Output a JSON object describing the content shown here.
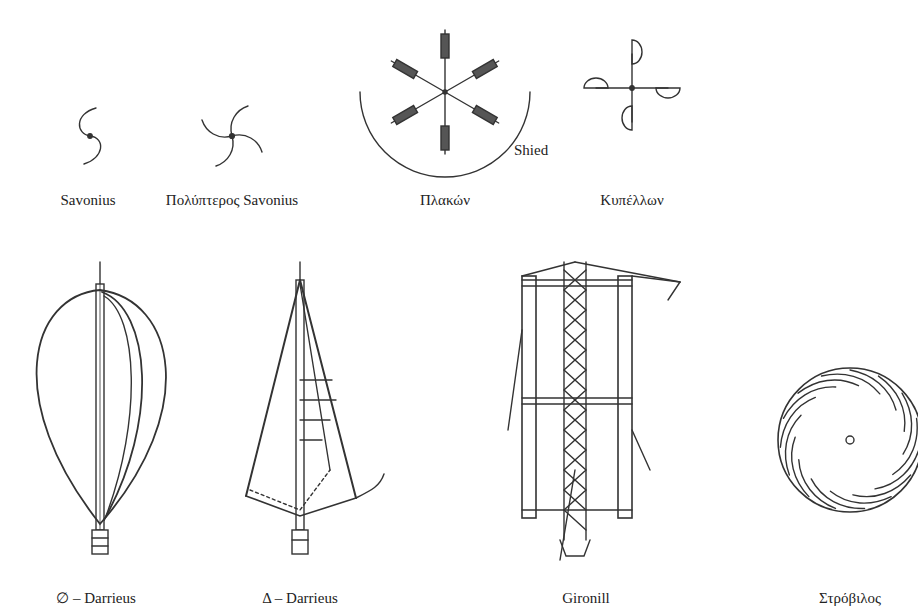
{
  "diagram": {
    "labels": [
      "Savonius",
      "Πολύπτερος Savonius",
      "Πλακών",
      "Shied",
      "Κυπέλλων",
      "∅ – Darrieus",
      "Δ – Darrieus",
      "Gironill",
      "Στρόβιλος"
    ]
  }
}
